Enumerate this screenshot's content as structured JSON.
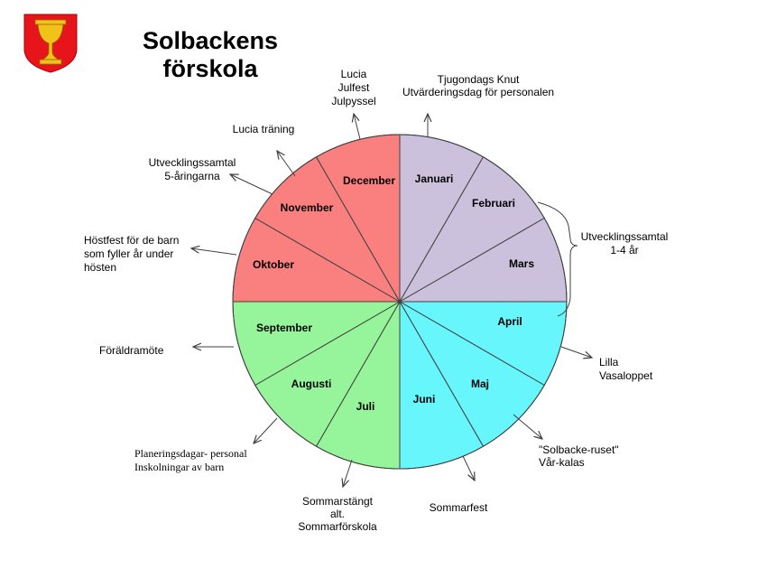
{
  "title": {
    "line1": "Solbackens",
    "line2": "förskola"
  },
  "logo": {
    "icon": "chalice-coat-of-arms-icon",
    "colors": {
      "background": "#e8141b",
      "chalice": "#f3c21a"
    }
  },
  "colors": {
    "autumn": "#fa8080",
    "winter": "#cbc1dd",
    "spring": "#66f6fc",
    "summer": "#96f59a",
    "outline": "#404040",
    "arrow": "#404040"
  },
  "months": [
    {
      "name": "Januari",
      "season": "winter"
    },
    {
      "name": "Februari",
      "season": "winter"
    },
    {
      "name": "Mars",
      "season": "winter"
    },
    {
      "name": "April",
      "season": "spring"
    },
    {
      "name": "Maj",
      "season": "spring"
    },
    {
      "name": "Juni",
      "season": "spring"
    },
    {
      "name": "Juli",
      "season": "summer"
    },
    {
      "name": "Augusti",
      "season": "summer"
    },
    {
      "name": "September",
      "season": "summer"
    },
    {
      "name": "Oktober",
      "season": "autumn"
    },
    {
      "name": "November",
      "season": "autumn"
    },
    {
      "name": "December",
      "season": "autumn"
    }
  ],
  "events": [
    {
      "id": "tjugondag-knut",
      "lines": [
        "Tjugondags Knut",
        "Utvärderingsdag för personalen"
      ]
    },
    {
      "id": "utvecklingssamtal-1-4",
      "lines": [
        "Utvecklingssamtal",
        "1-4 år"
      ]
    },
    {
      "id": "lilla-vasaloppet",
      "lines": [
        "Lilla",
        "Vasaloppet"
      ]
    },
    {
      "id": "solbacke-ruset",
      "lines": [
        "\"Solbacke-ruset\"",
        "Vår-kalas"
      ]
    },
    {
      "id": "sommarfest",
      "lines": [
        "Sommarfest"
      ]
    },
    {
      "id": "sommarstangt",
      "lines": [
        "Sommarstängt",
        "alt.",
        "Sommarförskola"
      ]
    },
    {
      "id": "planeringsdagar",
      "lines": [
        "Planeringsdagar- personal",
        "Inskolningar  av barn"
      ]
    },
    {
      "id": "foraldramote",
      "lines": [
        "Föräldramöte"
      ]
    },
    {
      "id": "hostfest",
      "lines": [
        "Höstfest för de barn",
        "som fyller år under",
        "hösten"
      ]
    },
    {
      "id": "utvecklingssamtal-5",
      "lines": [
        "Utvecklingssamtal",
        "5-åringarna"
      ]
    },
    {
      "id": "lucia-traning",
      "lines": [
        "Lucia träning"
      ]
    },
    {
      "id": "lucia-julfest",
      "lines": [
        "Lucia",
        "Julfest",
        "Julpyssel"
      ]
    }
  ]
}
